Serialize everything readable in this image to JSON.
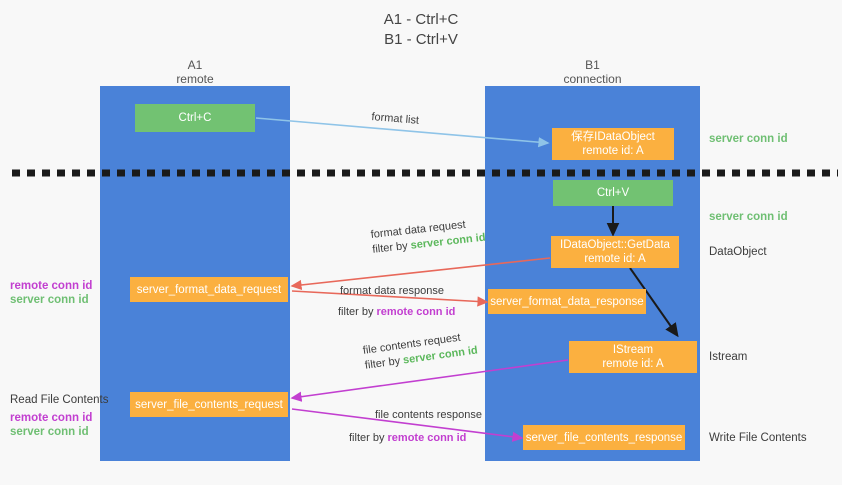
{
  "title": {
    "line1": "A1 - Ctrl+C",
    "line2": "B1 - Ctrl+V"
  },
  "lanes": [
    {
      "name": "A1",
      "sub": "remote"
    },
    {
      "name": "B1",
      "sub": "connection"
    }
  ],
  "colors": {
    "lane": "#4a82d8",
    "green_box": "#72c272",
    "orange_box": "#fbb040",
    "server_conn": "#6fbf73",
    "remote_conn": "#c23fd0",
    "arrow_format_list": "#8fc4e8",
    "arrow_format_data": "#e8685a",
    "arrow_file_contents": "#c23fd0",
    "arrow_internal": "#1a1a1a",
    "background": "#f8f8f8"
  },
  "boxes": {
    "ctrl_c": "Ctrl+C",
    "ctrl_v": "Ctrl+V",
    "save_idataobject_l1": "保存IDataObject",
    "save_idataobject_l2": "remote id: A",
    "getdata_l1": "IDataObject::GetData",
    "getdata_l2": "remote id: A",
    "istream_l1": "IStream",
    "istream_l2": "remote id: A",
    "server_format_data_request": "server_format_data_request",
    "server_format_data_response": "server_format_data_response",
    "server_file_contents_request": "server_file_contents_request",
    "server_file_contents_response": "server_file_contents_response"
  },
  "annotations": {
    "server_conn_id": "server conn id",
    "remote_conn_id": "remote conn id",
    "dataobject": "DataObject",
    "istream": "Istream",
    "read_file_contents": "Read File Contents",
    "write_file_contents": "Write File Contents"
  },
  "flows": {
    "format_list": "format list",
    "format_data_request": "format data request",
    "format_data_response": "format data response",
    "file_contents_request": "file contents request",
    "file_contents_response": "file contents response",
    "filter_by": "filter by "
  }
}
